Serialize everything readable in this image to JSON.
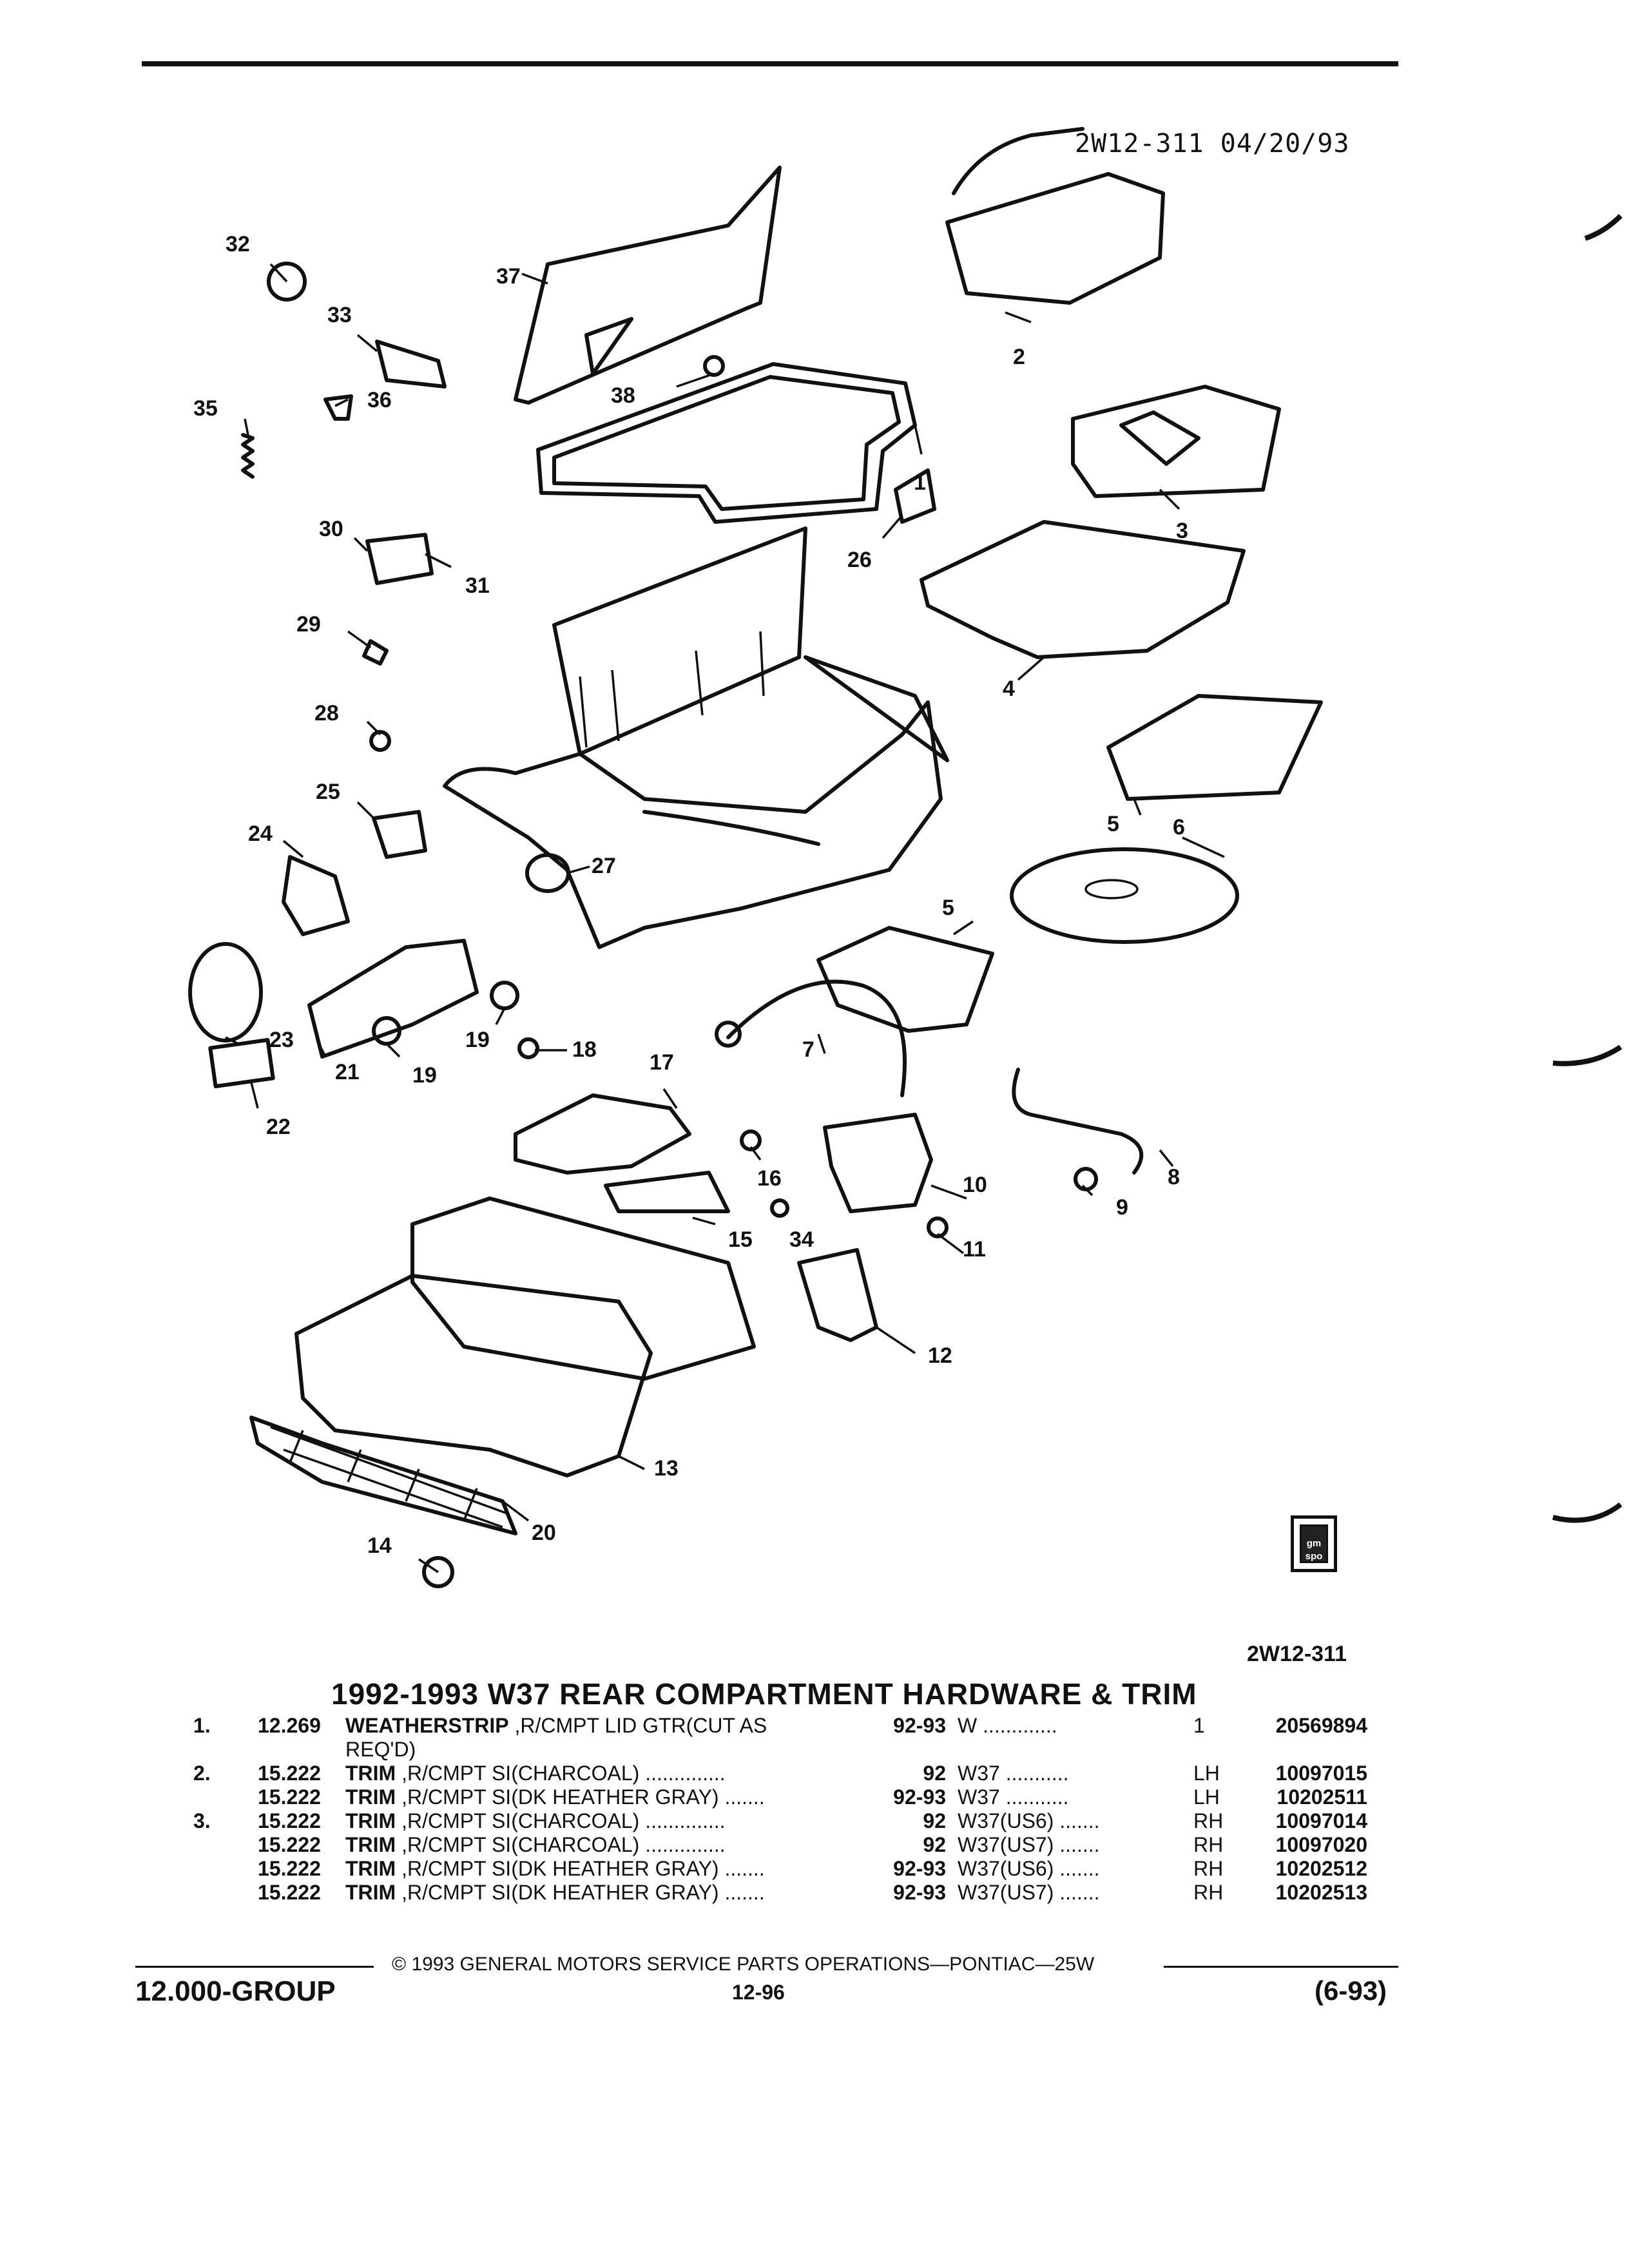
{
  "header": {
    "diagram_ref": "2W12-311 04/20/93"
  },
  "diagram": {
    "illustration_code": "2W12-311",
    "callouts": [
      "1",
      "2",
      "3",
      "4",
      "5",
      "5",
      "6",
      "7",
      "8",
      "9",
      "10",
      "11",
      "12",
      "13",
      "14",
      "15",
      "16",
      "17",
      "18",
      "19",
      "19",
      "20",
      "21",
      "22",
      "23",
      "24",
      "25",
      "26",
      "27",
      "28",
      "29",
      "30",
      "31",
      "32",
      "33",
      "34",
      "35",
      "36",
      "37",
      "38"
    ],
    "logo_text": "gm spo"
  },
  "section": {
    "title": "1992-1993 W37 REAR COMPARTMENT HARDWARE & TRIM"
  },
  "parts": [
    {
      "item": "1.",
      "group": "12.269",
      "name": "WEATHERSTRIP",
      "desc": " ,R/CMPT LID GTR(CUT AS",
      "years": "92-93",
      "series": "W .............",
      "qty": "1",
      "part_no": "20569894"
    },
    {
      "item": "",
      "group": "",
      "name": "",
      "desc": "REQ'D)",
      "years": "",
      "series": "",
      "qty": "",
      "part_no": ""
    },
    {
      "item": "2.",
      "group": "15.222",
      "name": "TRIM",
      "desc": " ,R/CMPT SI(CHARCOAL) ..............",
      "years": "92",
      "series": "W37 ...........",
      "qty": "LH",
      "part_no": "10097015"
    },
    {
      "item": "",
      "group": "15.222",
      "name": "TRIM",
      "desc": " ,R/CMPT SI(DK HEATHER GRAY) .......",
      "years": "92-93",
      "series": "W37 ...........",
      "qty": "LH",
      "part_no": "10202511"
    },
    {
      "item": "3.",
      "group": "15.222",
      "name": "TRIM",
      "desc": " ,R/CMPT SI(CHARCOAL) ..............",
      "years": "92",
      "series": "W37(US6) .......",
      "qty": "RH",
      "part_no": "10097014"
    },
    {
      "item": "",
      "group": "15.222",
      "name": "TRIM",
      "desc": " ,R/CMPT SI(CHARCOAL) ..............",
      "years": "92",
      "series": "W37(US7) .......",
      "qty": "RH",
      "part_no": "10097020"
    },
    {
      "item": "",
      "group": "15.222",
      "name": "TRIM",
      "desc": " ,R/CMPT SI(DK HEATHER GRAY) .......",
      "years": "92-93",
      "series": "W37(US6) .......",
      "qty": "RH",
      "part_no": "10202512"
    },
    {
      "item": "",
      "group": "15.222",
      "name": "TRIM",
      "desc": " ,R/CMPT SI(DK HEATHER GRAY) .......",
      "years": "92-93",
      "series": "W37(US7) .......",
      "qty": "RH",
      "part_no": "10202513"
    }
  ],
  "footer": {
    "copyright": "© 1993 GENERAL MOTORS SERVICE PARTS OPERATIONS—PONTIAC—25W",
    "group": "12.000-GROUP",
    "page": "12-96",
    "date": "(6-93)"
  }
}
